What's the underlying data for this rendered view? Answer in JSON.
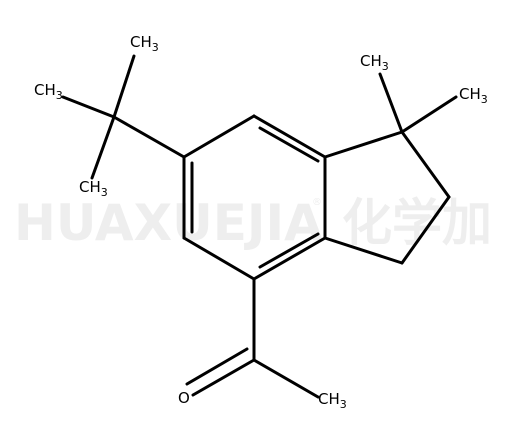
{
  "watermark": {
    "latin": "HUAXUEJIA",
    "registered": "®",
    "chinese": "化学加"
  },
  "atoms": {
    "methyl_tbu_top": {
      "base": "CH",
      "sub": "3"
    },
    "methyl_tbu_left": {
      "base": "CH",
      "sub": "3"
    },
    "methyl_tbu_bottom": {
      "base": "CH",
      "sub": "3"
    },
    "methyl_gem_left": {
      "base": "CH",
      "sub": "3"
    },
    "methyl_gem_right": {
      "base": "CH",
      "sub": "3"
    },
    "carbonyl_oxygen": "O",
    "acetyl_methyl": {
      "base": "CH",
      "sub": "3"
    }
  }
}
